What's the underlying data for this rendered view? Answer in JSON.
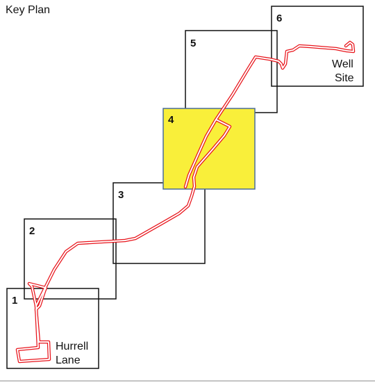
{
  "title": "Key Plan",
  "sheets": [
    {
      "label": "1",
      "highlighted": false
    },
    {
      "label": "2",
      "highlighted": false
    },
    {
      "label": "3",
      "highlighted": false
    },
    {
      "label": "4",
      "highlighted": true
    },
    {
      "label": "5",
      "highlighted": false
    },
    {
      "label": "6",
      "highlighted": false
    }
  ],
  "places": {
    "start": {
      "line1": "Hurrell",
      "line2": "Lane"
    },
    "end": {
      "line1": "Well",
      "line2": "Site"
    }
  },
  "colors": {
    "route": "#e8141b",
    "highlight_fill": "#f9ef3a",
    "highlight_border": "#4a6d9a",
    "sheet_border": "#111111"
  }
}
